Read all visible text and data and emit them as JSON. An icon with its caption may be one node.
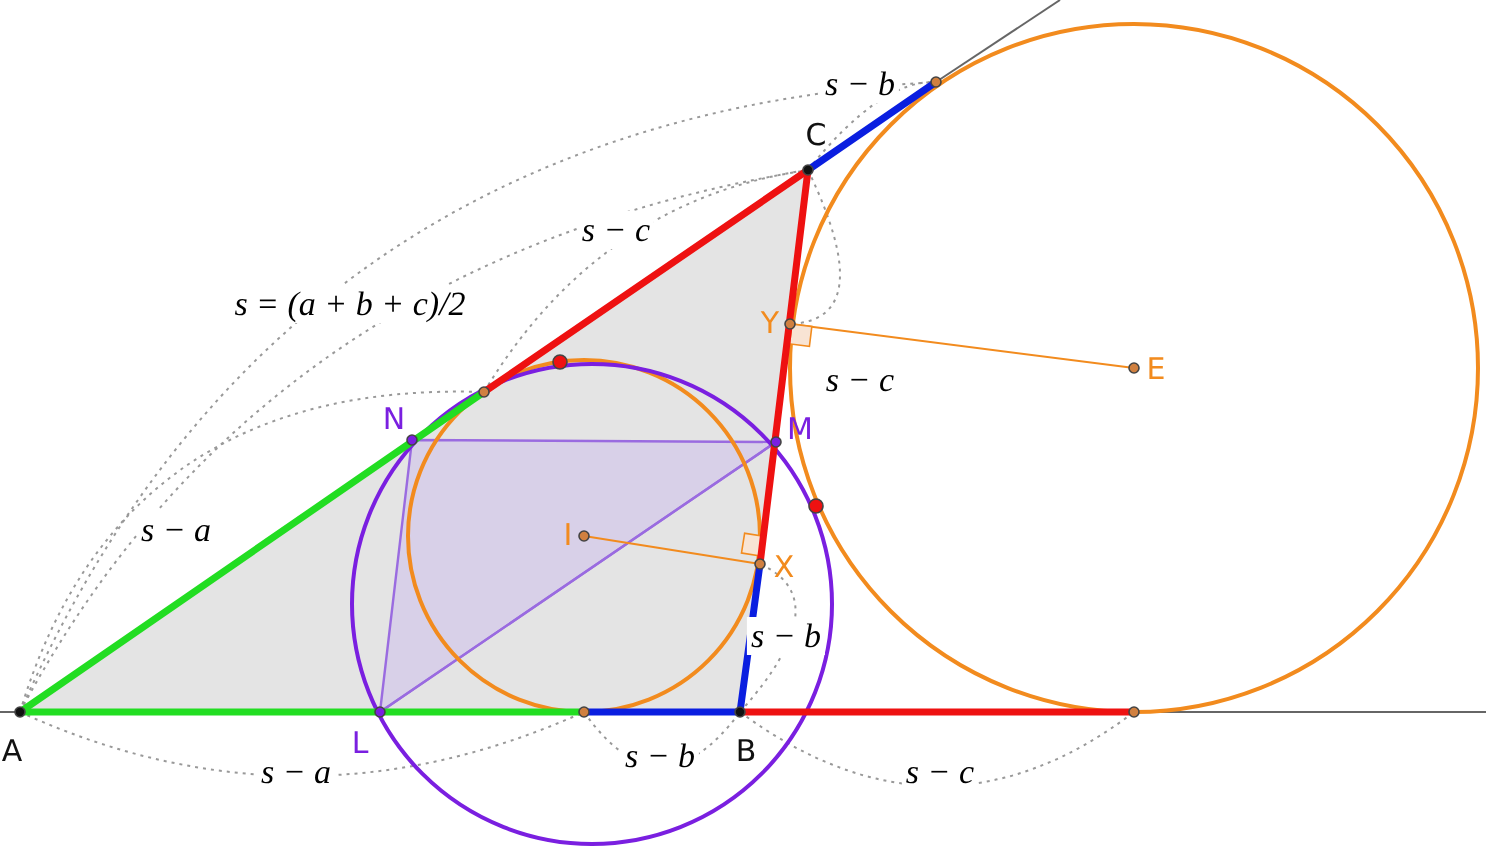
{
  "diagram": {
    "labels": [
      "s − b",
      "C",
      "s − c",
      "s = (a + b + c)/2",
      "Y",
      "E",
      "s − c",
      "N",
      "M",
      "s − a",
      "I",
      "X",
      "s − b",
      "A",
      "L",
      "B",
      "s − a",
      "s − b",
      "s − c"
    ]
  }
}
